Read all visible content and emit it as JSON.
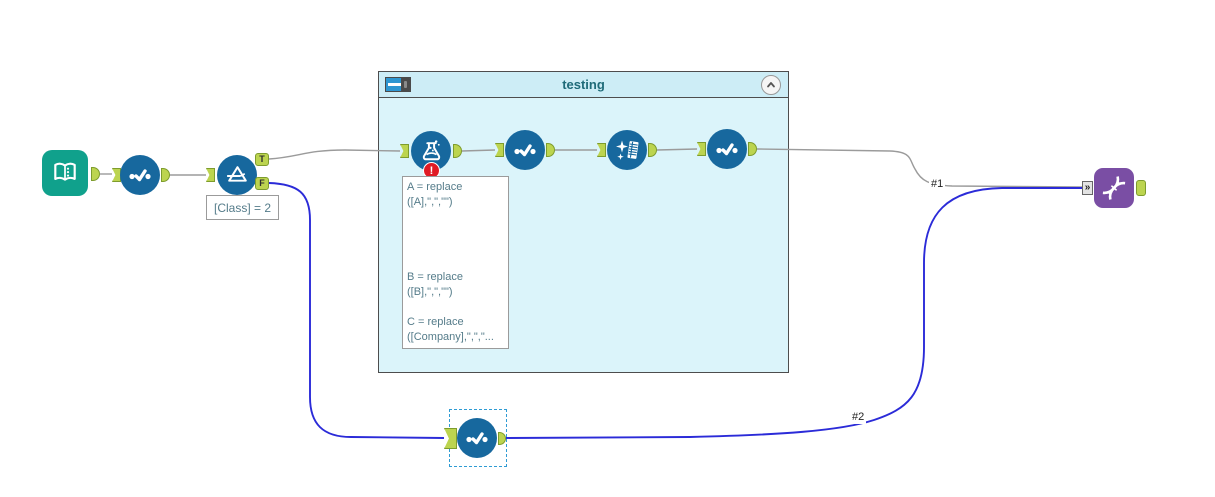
{
  "container": {
    "title": "testing"
  },
  "annotations": {
    "filter_condition": "[Class] = 2",
    "formula_note": "A = replace\n([A],\",\",\"\")\n\n\n\n\nB = replace\n([B],\",\",\"\")\n\nC = replace\n([Company],\",\",\"..."
  },
  "connections": {
    "label_1": "#1",
    "label_2": "#2"
  },
  "anchors": {
    "true_label": "T",
    "false_label": "F",
    "union_multi_input_glyph": "»"
  },
  "badges": {
    "error": "!"
  },
  "icons": {
    "input_data": "book-icon",
    "select": "check-icon",
    "filter": "funnel-icon",
    "formula": "flask-icon",
    "data_cleansing": "sparkle-table-icon",
    "union": "helix-icon",
    "container_toggle": "toggle-icon",
    "container_collapse": "chevron-up-icon",
    "error_badge": "exclamation-icon"
  },
  "colors": {
    "tool_blue": "#17689E",
    "input_teal": "#10A18C",
    "union_purple": "#7A4EA4",
    "anchor_green": "#BCD44F",
    "anchor_border": "#7E9C2D",
    "wire_gray": "#9B9B9B",
    "wire_blue": "#2B2BD8",
    "container_bg": "#DBF4FA",
    "container_header_bg": "#CDEDF6",
    "container_border": "#4D4D4D",
    "error_red": "#E01B24",
    "annotation_text": "#557C8A",
    "selection_blue": "#2F9BD3"
  }
}
